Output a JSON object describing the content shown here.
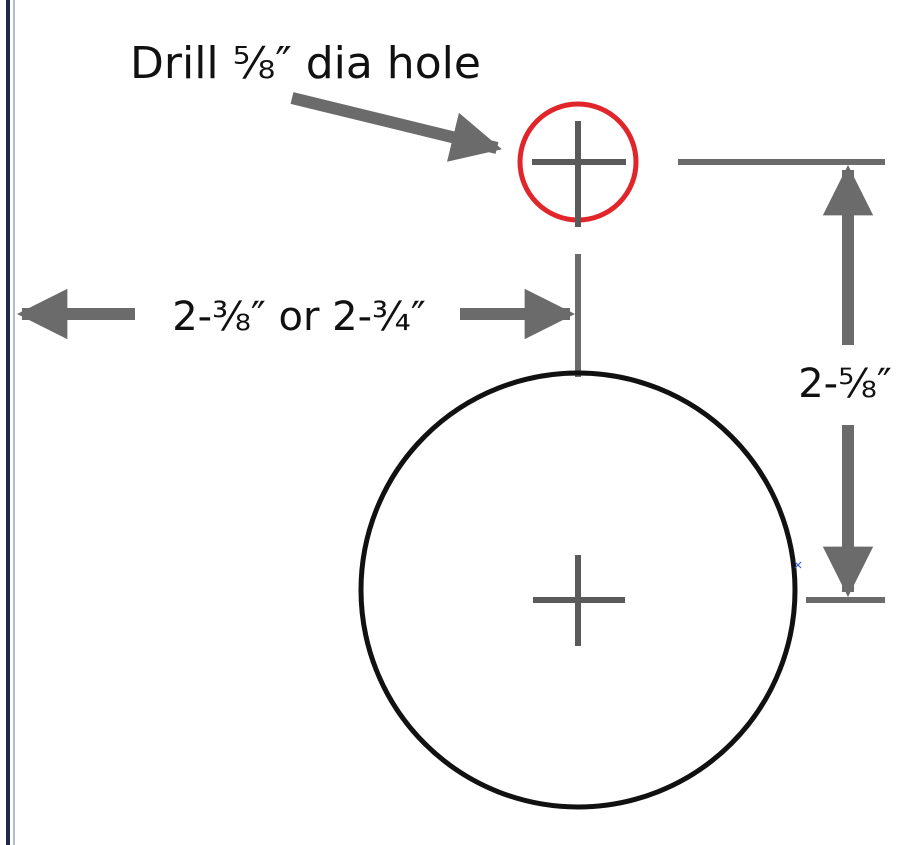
{
  "diagram": {
    "labels": {
      "drill_note": "Drill ⅝″ dia hole",
      "horizontal_dimension": "2-⅜″ or 2-¾″",
      "vertical_dimension": "2-⅝″"
    },
    "colors": {
      "dimension_line": "#6b6b6b",
      "hole_outline": "#e0262b",
      "large_circle_outline": "#111111",
      "edge_line": "#1e2a4a",
      "marker": "#3a5fcd"
    },
    "icons": {
      "small_hole_center": "crosshair-icon",
      "large_circle_center": "crosshair-icon",
      "snap_point": "x-marker-icon"
    }
  }
}
